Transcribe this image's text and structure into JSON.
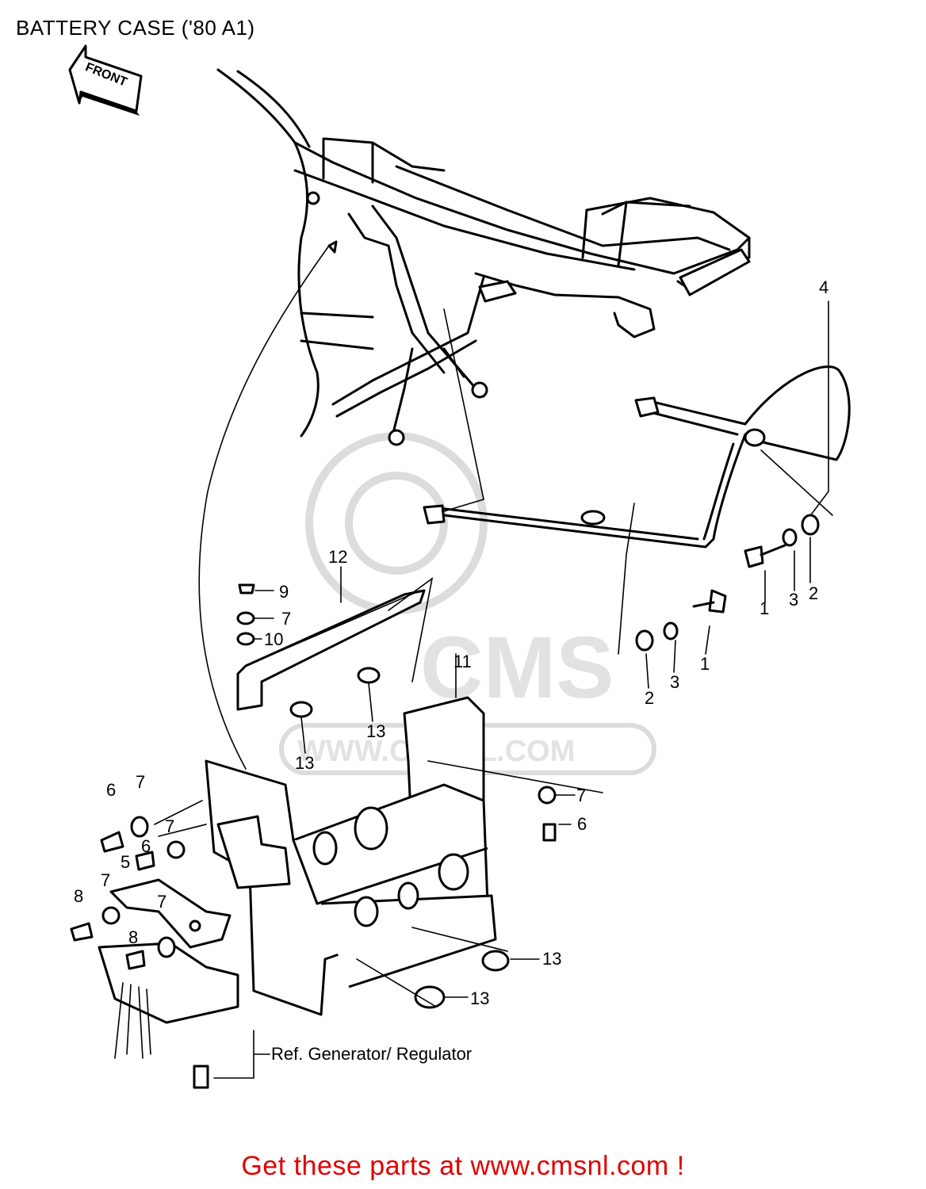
{
  "page": {
    "title": "BATTERY CASE ('80 A1)",
    "footer_link": "Get these parts at www.cmsnl.com !"
  },
  "diagram": {
    "front_arrow_label": "FRONT",
    "reference_note": "Ref. Generator/ Regulator",
    "watermark": {
      "brand": "CMS",
      "url": "WWW.CMSNL.COM"
    },
    "callouts": [
      {
        "id": "c4",
        "text": "4"
      },
      {
        "id": "c12",
        "text": "12"
      },
      {
        "id": "c9",
        "text": "9"
      },
      {
        "id": "c7a",
        "text": "7"
      },
      {
        "id": "c10",
        "text": "10"
      },
      {
        "id": "c1a",
        "text": "1"
      },
      {
        "id": "c3a",
        "text": "3"
      },
      {
        "id": "c2a",
        "text": "2"
      },
      {
        "id": "c1b",
        "text": "1"
      },
      {
        "id": "c3b",
        "text": "3"
      },
      {
        "id": "c2b",
        "text": "2"
      },
      {
        "id": "c11",
        "text": "11"
      },
      {
        "id": "c13a",
        "text": "13"
      },
      {
        "id": "c13b",
        "text": "13"
      },
      {
        "id": "c6a",
        "text": "6"
      },
      {
        "id": "c7b",
        "text": "7"
      },
      {
        "id": "c7c",
        "text": "7"
      },
      {
        "id": "c6b",
        "text": "6"
      },
      {
        "id": "c5",
        "text": "5"
      },
      {
        "id": "c7d",
        "text": "7"
      },
      {
        "id": "c8a",
        "text": "8"
      },
      {
        "id": "c7e",
        "text": "7"
      },
      {
        "id": "c8b",
        "text": "8"
      },
      {
        "id": "c7f",
        "text": "7"
      },
      {
        "id": "c6c",
        "text": "6"
      },
      {
        "id": "c13c",
        "text": "13"
      },
      {
        "id": "c13d",
        "text": "13"
      }
    ]
  }
}
